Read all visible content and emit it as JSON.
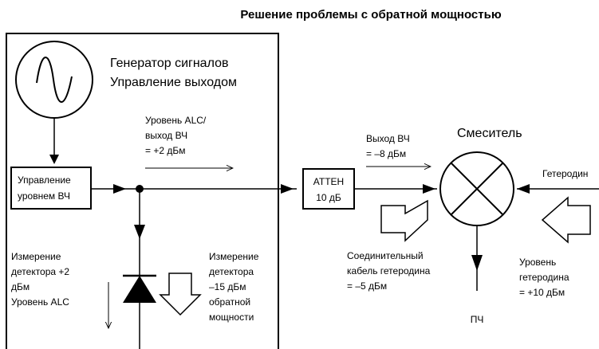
{
  "title": "Решение проблемы с обратной мощностью",
  "generator": {
    "line1": "Генератор сигналов",
    "line2": "Управление выходом"
  },
  "rf_control": {
    "line1": "Управление",
    "line2": "уровнем ВЧ"
  },
  "alc_level": {
    "line1": "Уровень ALC/",
    "line2": "выход ВЧ",
    "line3": "= +2 дБм"
  },
  "detector_left": {
    "line1": "Измерение",
    "line2": "детектора +2",
    "line3": "дБм",
    "line4": "Уровень ALC"
  },
  "detector_right": {
    "line1": "Измерение",
    "line2": "детектора",
    "line3": "–15 дБм",
    "line4": "обратной",
    "line5": "мощности"
  },
  "atten": {
    "line1": "АТТЕН",
    "line2": "10 дБ"
  },
  "rf_out": {
    "line1": "Выход ВЧ",
    "line2": "= –8 дБм"
  },
  "mixer": {
    "label": "Смеситель"
  },
  "lo": {
    "label": "Гетеродин"
  },
  "lo_cable": {
    "line1": "Соединительный",
    "line2": "кабель гетеродина",
    "line3": "= –5 дБм"
  },
  "lo_level": {
    "line1": "Уровень",
    "line2": "гетеродина",
    "line3": "= +10 дБм"
  },
  "if_out": {
    "label": "ПЧ"
  }
}
